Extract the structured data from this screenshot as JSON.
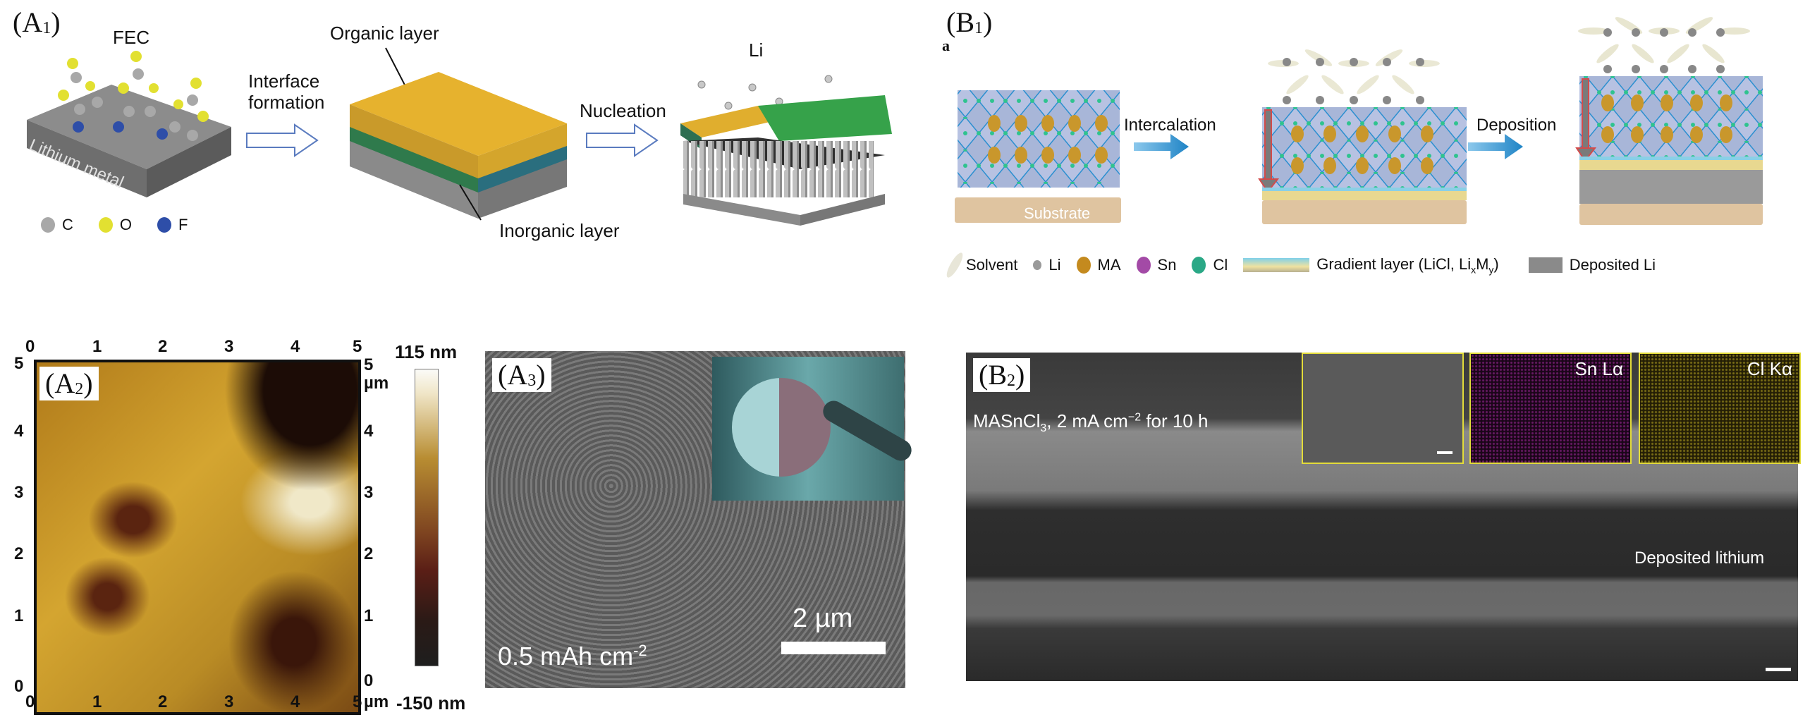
{
  "panels": {
    "a1": {
      "label_main": "(A",
      "label_sub": "1",
      "label_close": ")",
      "fec_label": "FEC",
      "substrate_label": "Lithium metal",
      "arrow1_label_line1": "Interface",
      "arrow1_label_line2": "formation",
      "organic_layer_label": "Organic layer",
      "inorganic_layer_label": "Inorganic layer",
      "arrow2_label": "Nucleation",
      "li_label": "Li",
      "legend": [
        {
          "symbol": "C",
          "color": "#a8a8a8"
        },
        {
          "symbol": "O",
          "color": "#e2e031"
        },
        {
          "symbol": "F",
          "color": "#2e4ea8"
        }
      ]
    },
    "b1": {
      "label_main": "(B",
      "label_sub": "1",
      "label_close": ")",
      "stray_letter": "a",
      "substrate_label": "Substrate",
      "arrow1_label": "Intercalation",
      "arrow2_label": "Deposition",
      "legend": [
        {
          "name": "Solvent",
          "icon": "solvent-icon",
          "color": "#e8e6d8"
        },
        {
          "name": "Li",
          "icon": "li-ball-icon",
          "color": "#9a9a9a"
        },
        {
          "name": "MA",
          "icon": "ma-ball-icon",
          "color": "#c48a1e"
        },
        {
          "name": "Sn",
          "icon": "sn-ball-icon",
          "color": "#a34aa6"
        },
        {
          "name": "Cl",
          "icon": "cl-ball-icon",
          "color": "#2aa886"
        },
        {
          "name": "Gradient layer (LiCl, Li",
          "sub1": "x",
          "mid": "M",
          "sub2": "y",
          "tail": ")",
          "icon": "gradient-layer-icon"
        },
        {
          "name": "Deposited Li",
          "icon": "deposited-li-icon",
          "color": "#8a8a8a"
        }
      ]
    },
    "a2": {
      "label_main": "(A",
      "label_sub": "2",
      "label_close": ")",
      "x_ticks": [
        "0",
        "1",
        "2",
        "3",
        "4",
        "5"
      ],
      "y_ticks": [
        "0",
        "1",
        "2",
        "3",
        "4",
        "5"
      ],
      "unit": "µm",
      "colorbar_max": "115 nm",
      "colorbar_min": "-150 nm"
    },
    "a3": {
      "label_main": "(A",
      "label_sub": "3",
      "label_close": ")",
      "scale_bar_label": "2 µm",
      "capacity_label": "0.5 mAh cm",
      "capacity_exp": "-2"
    },
    "b2": {
      "label_main": "(B",
      "label_sub": "2",
      "label_close": ")",
      "condition_pre": "MASnCl",
      "condition_sub": "3",
      "condition_mid": ", 2 mA cm",
      "condition_exp": "−2",
      "condition_post": " for 10 h",
      "deposited_label": "Deposited lithium",
      "map_sn_label": "Sn Lα",
      "map_cl_label": "Cl Kα"
    }
  }
}
